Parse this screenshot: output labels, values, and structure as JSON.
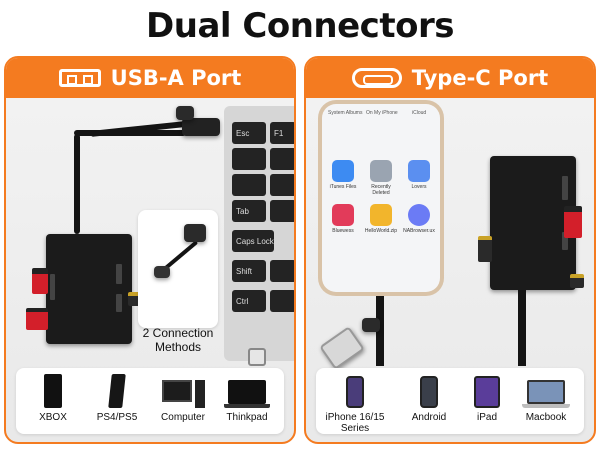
{
  "title": "Dual Connectors",
  "left_panel": {
    "header": "USB-A Port",
    "connection_label_line1": "2 Connection",
    "connection_label_line2": "Methods",
    "keys": [
      [
        "Esc",
        "F1"
      ],
      [
        "",
        ""
      ],
      [
        "",
        ""
      ],
      [
        "Tab",
        ""
      ],
      [
        "Caps Lock",
        ""
      ],
      [
        "Shift",
        ""
      ],
      [
        "Ctrl",
        ""
      ]
    ],
    "devices": [
      "XBOX",
      "PS4/PS5",
      "Computer",
      "Thinkpad"
    ]
  },
  "right_panel": {
    "header": "Type-C Port",
    "phone_apps": [
      {
        "label": "iTunes Files",
        "color": "#3d8bf2"
      },
      {
        "label": "Recently Deleted",
        "color": "#9aa4b1"
      },
      {
        "label": "Lovers",
        "color": "#5b8ff0"
      },
      {
        "label": "Bluewess",
        "color": "#e23b5a"
      },
      {
        "label": "HelloWorld.zip",
        "color": "#f2b52c"
      },
      {
        "label": "NABrowser.ux",
        "color": "#6b7bf5"
      }
    ],
    "phone_top_labels": [
      "System Albums",
      "On My iPhone",
      "iCloud"
    ],
    "devices": [
      "iPhone 16/15 Series",
      "Android",
      "iPad",
      "Macbook"
    ]
  },
  "colors": {
    "accent": "#f47b20",
    "sd_card": "#d31f2a",
    "device_body": "#1b1b1b"
  }
}
